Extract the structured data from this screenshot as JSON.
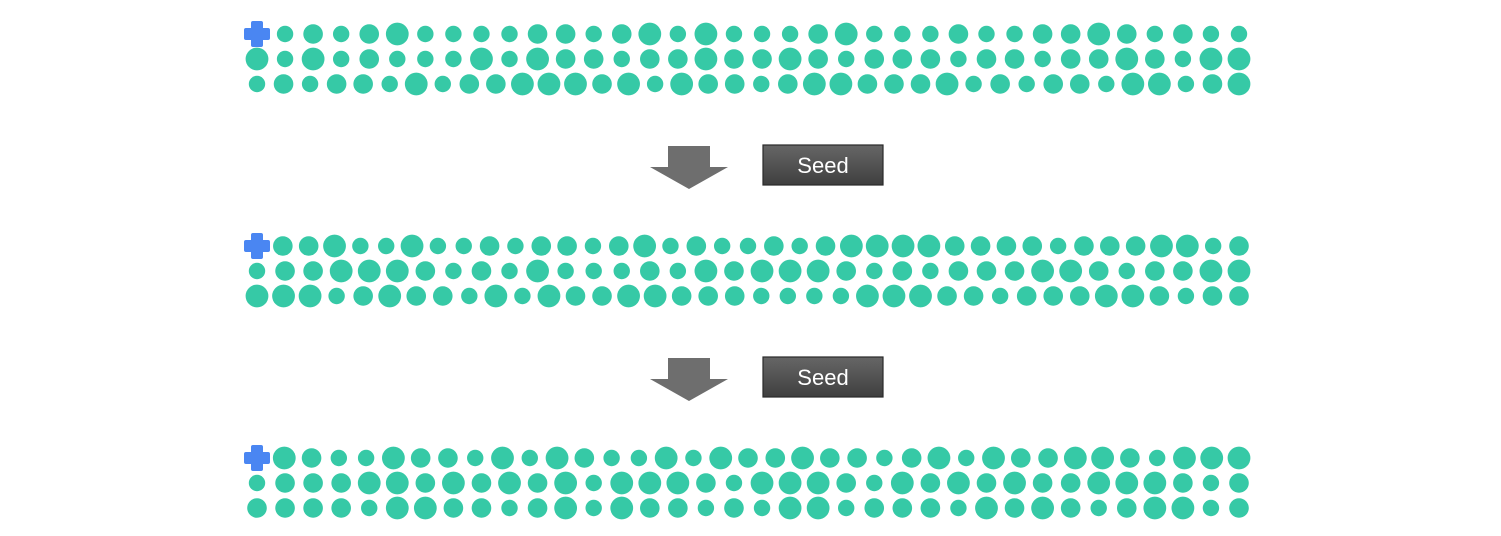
{
  "seed_label": "Seed",
  "colors": {
    "dot": "#36C9A6",
    "marker": "#4A86F2",
    "arrow": "#6E6E6E",
    "button_top": "#666666",
    "button_bottom": "#3F3F3F",
    "button_border": "#2A2A2A",
    "button_text": "#FFFFFF"
  },
  "icons": {
    "marker": "plus-marker-icon",
    "arrow": "down-arrow-icon"
  },
  "scale_note_free": true,
  "grids": [
    {
      "rows": [
        [
          2,
          1,
          2,
          1,
          2,
          3,
          1,
          1,
          1,
          1,
          2,
          2,
          1,
          2,
          3,
          1,
          3,
          1,
          1,
          1,
          2,
          3,
          1,
          1,
          1,
          2,
          1,
          1,
          2,
          2,
          3,
          2,
          1,
          2,
          1,
          1
        ],
        [
          3,
          1,
          3,
          1,
          2,
          1,
          1,
          1,
          3,
          1,
          3,
          2,
          2,
          1,
          2,
          2,
          3,
          2,
          2,
          3,
          2,
          1,
          2,
          2,
          2,
          1,
          2,
          2,
          1,
          2,
          2,
          3,
          2,
          1,
          3,
          3
        ],
        [
          1,
          2,
          1,
          2,
          2,
          1,
          3,
          1,
          2,
          2,
          3,
          3,
          3,
          2,
          3,
          1,
          3,
          2,
          2,
          1,
          2,
          3,
          3,
          2,
          2,
          2,
          3,
          1,
          2,
          1,
          2,
          2,
          1,
          3,
          3,
          1,
          2,
          3
        ]
      ]
    },
    {
      "rows": [
        [
          3,
          2,
          2,
          3,
          1,
          1,
          3,
          1,
          1,
          2,
          1,
          2,
          2,
          1,
          2,
          3,
          1,
          2,
          1,
          1,
          2,
          1,
          2,
          3,
          3,
          3,
          3,
          2,
          2,
          2,
          2,
          1,
          2,
          2,
          2,
          3,
          3,
          1,
          2
        ],
        [
          1,
          2,
          2,
          3,
          3,
          3,
          2,
          1,
          2,
          1,
          3,
          1,
          1,
          1,
          2,
          1,
          3,
          2,
          3,
          3,
          3,
          2,
          1,
          2,
          1,
          2,
          2,
          2,
          3,
          3,
          2,
          1,
          2,
          2,
          3,
          3
        ],
        [
          3,
          3,
          3,
          1,
          2,
          3,
          2,
          2,
          1,
          3,
          1,
          3,
          2,
          2,
          3,
          3,
          2,
          2,
          2,
          1,
          1,
          1,
          1,
          3,
          3,
          3,
          2,
          2,
          1,
          2,
          2,
          2,
          3,
          3,
          2,
          1,
          2,
          2
        ]
      ]
    },
    {
      "rows": [
        [
          2,
          3,
          2,
          1,
          1,
          3,
          2,
          2,
          1,
          3,
          1,
          3,
          2,
          1,
          1,
          3,
          1,
          3,
          2,
          2,
          3,
          2,
          2,
          1,
          2,
          3,
          1,
          3,
          2,
          2,
          3,
          3,
          2,
          1,
          3,
          3,
          3
        ],
        [
          1,
          2,
          2,
          2,
          3,
          3,
          2,
          3,
          2,
          3,
          2,
          3,
          1,
          3,
          3,
          3,
          2,
          1,
          3,
          3,
          3,
          2,
          1,
          3,
          2,
          3,
          2,
          3,
          2,
          2,
          3,
          3,
          3,
          2,
          1,
          2
        ],
        [
          2,
          2,
          2,
          2,
          1,
          3,
          3,
          2,
          2,
          1,
          2,
          3,
          1,
          3,
          2,
          2,
          1,
          2,
          1,
          3,
          3,
          1,
          2,
          2,
          2,
          1,
          3,
          2,
          3,
          2,
          1,
          2,
          3,
          3,
          1,
          2
        ]
      ]
    }
  ]
}
